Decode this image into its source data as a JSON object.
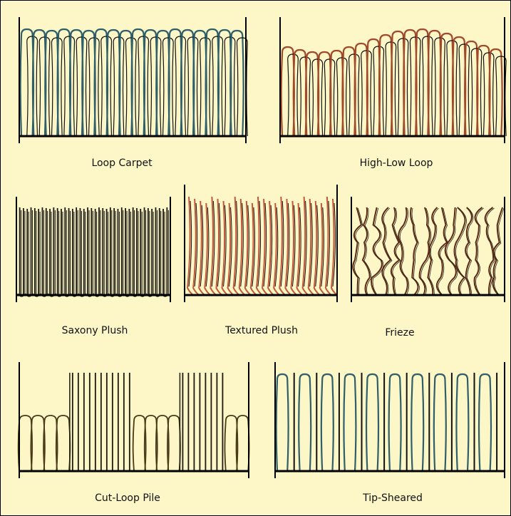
{
  "panels": [
    {
      "label": "Loop Carpet",
      "style": "loops",
      "color": "#2f5f6a"
    },
    {
      "label": "High-Low Loop",
      "style": "highlow",
      "color": "#a0492b"
    },
    {
      "label": "Saxony Plush",
      "style": "saxony",
      "color": "#1c1a10"
    },
    {
      "label": "Textured Plush",
      "style": "textured",
      "color": "#c2583a"
    },
    {
      "label": "Frieze",
      "style": "frieze",
      "color": "#5a2a12"
    },
    {
      "label": "Cut-Loop Pile",
      "style": "cutloop",
      "color": "#1c1a10"
    },
    {
      "label": "Tip-Sheared",
      "style": "tipsheared",
      "color": "#2f5f6a"
    }
  ],
  "colors": {
    "background": "#fdf7c8",
    "backing": "#000000"
  }
}
